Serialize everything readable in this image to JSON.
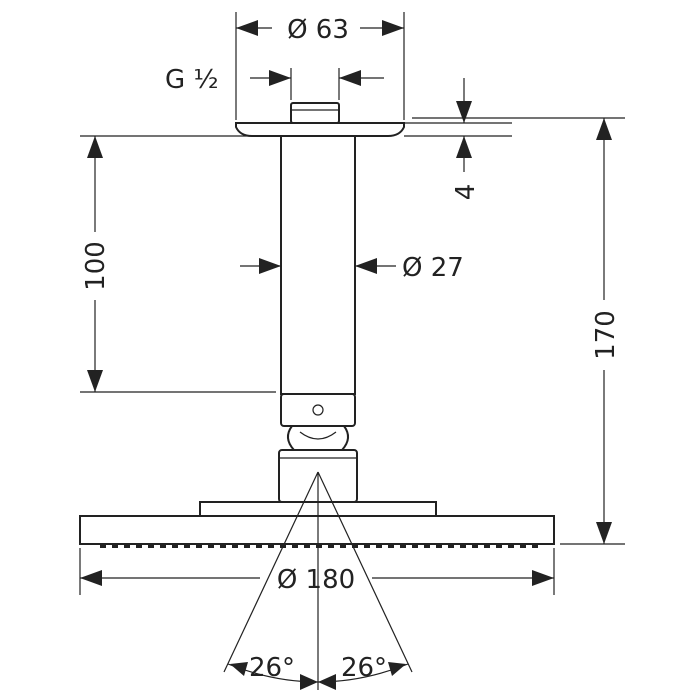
{
  "dimensions": {
    "top_diameter": "Ø 63",
    "thread": "G ½",
    "plate_thickness": "4",
    "arm_length": "100",
    "arm_diameter": "Ø 27",
    "total_height": "170",
    "head_diameter": "Ø 180",
    "tilt_left": "26°",
    "tilt_right": "26°"
  },
  "colors": {
    "ink": "#222222",
    "background": "#ffffff"
  }
}
